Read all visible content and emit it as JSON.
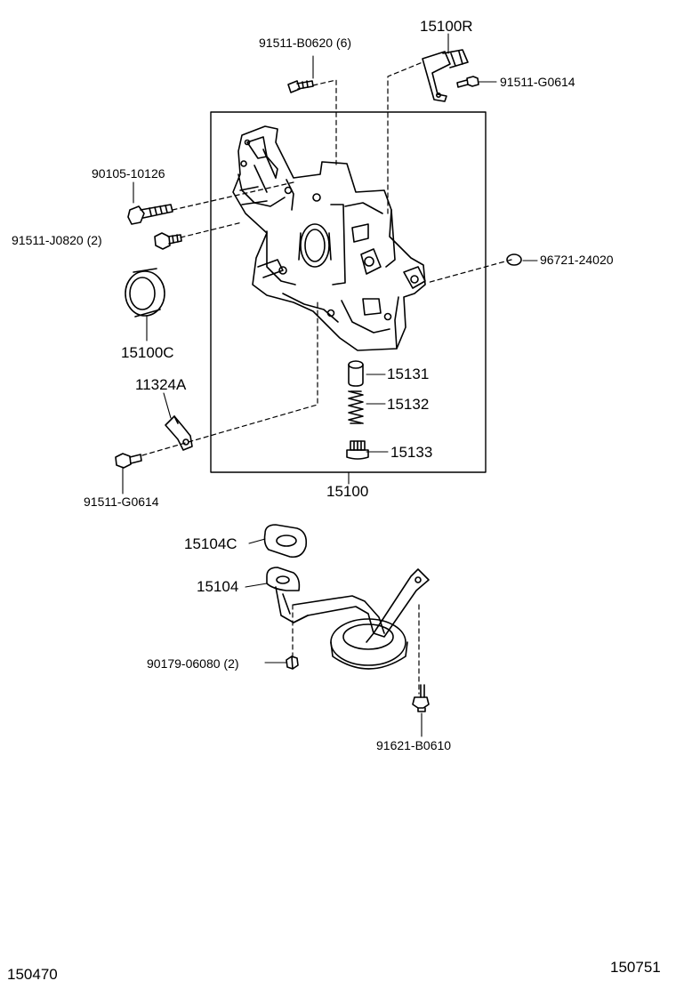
{
  "labels": {
    "bolt_top": "91511-B0620 (6)",
    "sensor": "15100R",
    "sensor_bolt": "91511-G0614",
    "bolt_long": "90105-10126",
    "bolt_short": "91511-J0820 (2)",
    "oring": "96721-24020",
    "seal": "15100C",
    "bracket": "11324A",
    "valve": "15131",
    "spring": "15132",
    "plug": "15133",
    "bracket_bolt": "91511-G0614",
    "pump_assy": "15100",
    "gasket": "15104C",
    "strainer": "15104",
    "nut": "90179-06080 (2)",
    "strainer_bolt": "91621-B0610",
    "ref_left": "150470",
    "ref_right": "150751"
  },
  "colors": {
    "ink": "#000000",
    "paper": "#ffffff"
  }
}
